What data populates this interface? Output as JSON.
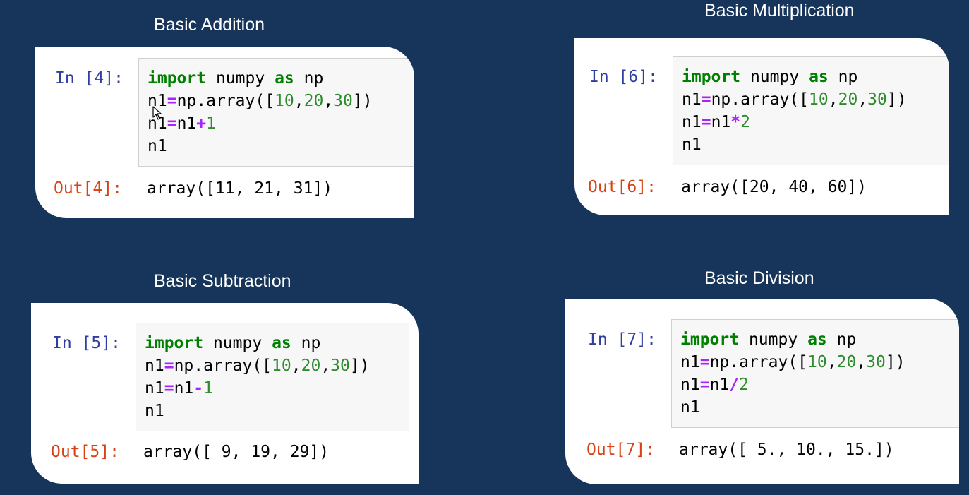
{
  "panels": [
    {
      "title": "Basic Addition",
      "in_prompt": "In [4]:",
      "out_prompt": "Out[4]:",
      "code": {
        "kw_import": "import",
        "mod": "numpy",
        "kw_as": "as",
        "alias": "np",
        "assign_var": "n1",
        "assign_eq": "=",
        "call": "np.array([",
        "v1": "10",
        "c1": ",",
        "v2": "20",
        "c2": ",",
        "v3": "30",
        "close": "])",
        "op_var": "n1",
        "op_eq": "=",
        "op_lhs": "n1",
        "op": "+",
        "op_rhs": "1",
        "last": "n1"
      },
      "output": "array([11, 21, 31])"
    },
    {
      "title": "Basic Multiplication",
      "in_prompt": "In [6]:",
      "out_prompt": "Out[6]:",
      "code": {
        "kw_import": "import",
        "mod": "numpy",
        "kw_as": "as",
        "alias": "np",
        "assign_var": "n1",
        "assign_eq": "=",
        "call": "np.array([",
        "v1": "10",
        "c1": ",",
        "v2": "20",
        "c2": ",",
        "v3": "30",
        "close": "])",
        "op_var": "n1",
        "op_eq": "=",
        "op_lhs": "n1",
        "op": "*",
        "op_rhs": "2",
        "last": "n1"
      },
      "output": "array([20, 40, 60])"
    },
    {
      "title": "Basic Subtraction",
      "in_prompt": "In [5]:",
      "out_prompt": "Out[5]:",
      "code": {
        "kw_import": "import",
        "mod": "numpy",
        "kw_as": "as",
        "alias": "np",
        "assign_var": "n1",
        "assign_eq": "=",
        "call": "np.array([",
        "v1": "10",
        "c1": ",",
        "v2": "20",
        "c2": ",",
        "v3": "30",
        "close": "])",
        "op_var": "n1",
        "op_eq": "=",
        "op_lhs": "n1",
        "op": "-",
        "op_rhs": "1",
        "last": "n1"
      },
      "output": "array([ 9, 19, 29])"
    },
    {
      "title": "Basic Division",
      "in_prompt": "In [7]:",
      "out_prompt": "Out[7]:",
      "code": {
        "kw_import": "import",
        "mod": "numpy",
        "kw_as": "as",
        "alias": "np",
        "assign_var": "n1",
        "assign_eq": "=",
        "call": "np.array([",
        "v1": "10",
        "c1": ",",
        "v2": "20",
        "c2": ",",
        "v3": "30",
        "close": "])",
        "op_var": "n1",
        "op_eq": "=",
        "op_lhs": "n1",
        "op": "/",
        "op_rhs": "2",
        "last": "n1"
      },
      "output": "array([ 5., 10., 15.])"
    }
  ],
  "colors": {
    "background": "#17355a",
    "keyword": "#008000",
    "number": "#2e8b2e",
    "operator": "#aa22ff",
    "in_prompt": "#303f9f",
    "out_prompt": "#d84315"
  },
  "cursor": {
    "icon": "mouse-pointer-icon"
  }
}
